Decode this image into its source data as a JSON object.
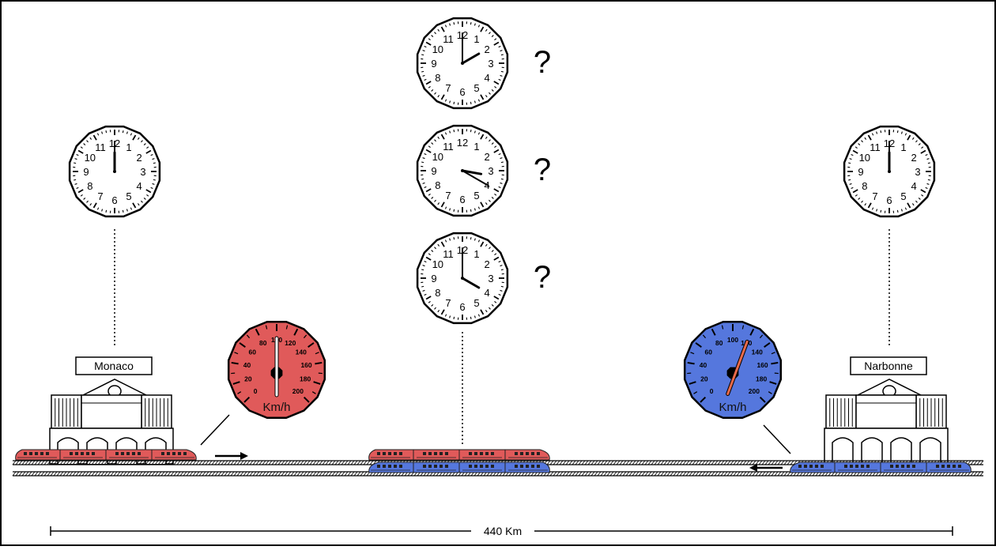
{
  "stations": {
    "left": {
      "name": "Monaco"
    },
    "right": {
      "name": "Narbonne"
    }
  },
  "distance_label": "440 Km",
  "question_mark": "?",
  "speed_unit": "Km/h",
  "speedometers": {
    "left": {
      "color": "#e05a5a",
      "speed_value": 100,
      "needle_color": "#ffffff"
    },
    "right": {
      "color": "#5577dd",
      "speed_value": 120,
      "needle_color": "#e86a4a"
    }
  },
  "speed_scale": [
    "0",
    "20",
    "40",
    "60",
    "80",
    "100",
    "120",
    "140",
    "160",
    "180",
    "200"
  ],
  "clock_numbers": [
    "12",
    "1",
    "2",
    "3",
    "4",
    "5",
    "6",
    "7",
    "8",
    "9",
    "10",
    "11"
  ],
  "clocks": {
    "left": {
      "hour": 12,
      "minute": 0
    },
    "right": {
      "hour": 12,
      "minute": 0
    },
    "mid_1": {
      "hour": 2,
      "minute": 0
    },
    "mid_2": {
      "hour": 3,
      "minute": 20
    },
    "mid_3": {
      "hour": 4,
      "minute": 0
    }
  },
  "train_colors": {
    "red": "#e05a5a",
    "blue": "#5577dd"
  }
}
